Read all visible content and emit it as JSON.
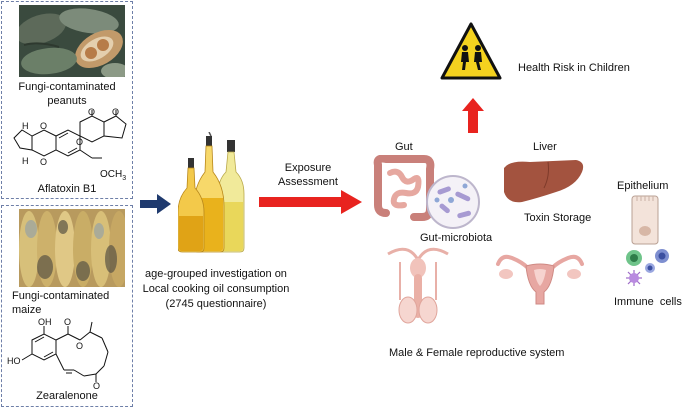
{
  "left_panels": {
    "top": {
      "photo_caption": "Fungi-contaminated peanuts",
      "photo_caption_line1": "Fungi-contaminated",
      "photo_caption_line2": "peanuts",
      "toxin_name": "Aflatoxin B1",
      "atom_o1": "O",
      "atom_o2": "O",
      "atom_o3": "O",
      "atom_o4": "O",
      "atom_o5": "O",
      "atom_h1": "H",
      "atom_h2": "H",
      "methoxy": "OCH",
      "methoxy_sub": "3"
    },
    "bottom": {
      "photo_caption": "Fungi-contaminated maize",
      "photo_caption_line1": "Fungi-contaminated",
      "photo_caption_line2": "maize",
      "toxin_name": "Zearalenone",
      "atom_oh1": "OH",
      "atom_o1": "O",
      "atom_o2": "O",
      "atom_o3": "O",
      "atom_ho": "HO"
    }
  },
  "center": {
    "investigation_line1": "age-grouped investigation on",
    "investigation_line2": "Local cooking oil consumption",
    "investigation_line3": "(2745 questionnaire)",
    "exposure_line1": "Exposure",
    "exposure_line2": "Assessment"
  },
  "right": {
    "health_risk": "Health Risk in Children",
    "gut": "Gut",
    "gut_microbiota": "Gut-microbiota",
    "liver": "Liver",
    "toxin_storage": "Toxin Storage",
    "epithelium": "Epithelium",
    "immune_cells": "Immune  cells",
    "reproductive": "Male & Female reproductive system"
  },
  "colors": {
    "panel_border": "#6e7fa8",
    "arrow_navy": "#1f3a6e",
    "arrow_red": "#e8231f",
    "warning_yellow": "#f4d21f",
    "oil_gold": "#e9b21c",
    "liver_brown": "#a3533f",
    "uterus_pink": "#e7a7a2"
  }
}
